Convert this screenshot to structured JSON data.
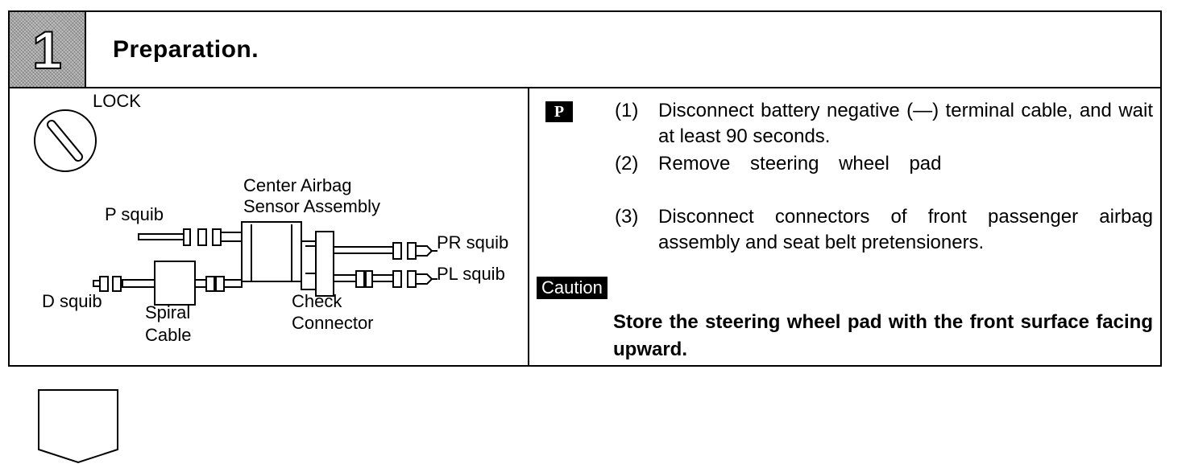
{
  "step": {
    "number": "1",
    "title": "Preparation."
  },
  "diagram": {
    "lock_label": "LOCK",
    "center_sensor_label_1": "Center Airbag",
    "center_sensor_label_2": "Sensor Assembly",
    "p_squib": "P squib",
    "d_squib": "D squib",
    "pr_squib": "PR squib",
    "pl_squib": "PL squib",
    "spiral_cable_1": "Spiral",
    "spiral_cable_2": "Cable",
    "check_connector_1": "Check",
    "check_connector_2": "Connector",
    "icons": [
      "ignition-key-lock-icon",
      "connector-icon"
    ]
  },
  "instructions": {
    "badge": "P",
    "steps": [
      {
        "num": "(1)",
        "text": "Disconnect battery negative (—) terminal cable, and wait at least 90 seconds."
      },
      {
        "num": "(2)",
        "text": "Remove steering wheel pad"
      },
      {
        "num": "(3)",
        "text": "Disconnect connectors of front passenger airbag assembly and seat belt pretensioners."
      }
    ],
    "caution_label": "Caution",
    "caution_text": "Store the steering wheel pad with the front surface facing upward."
  }
}
